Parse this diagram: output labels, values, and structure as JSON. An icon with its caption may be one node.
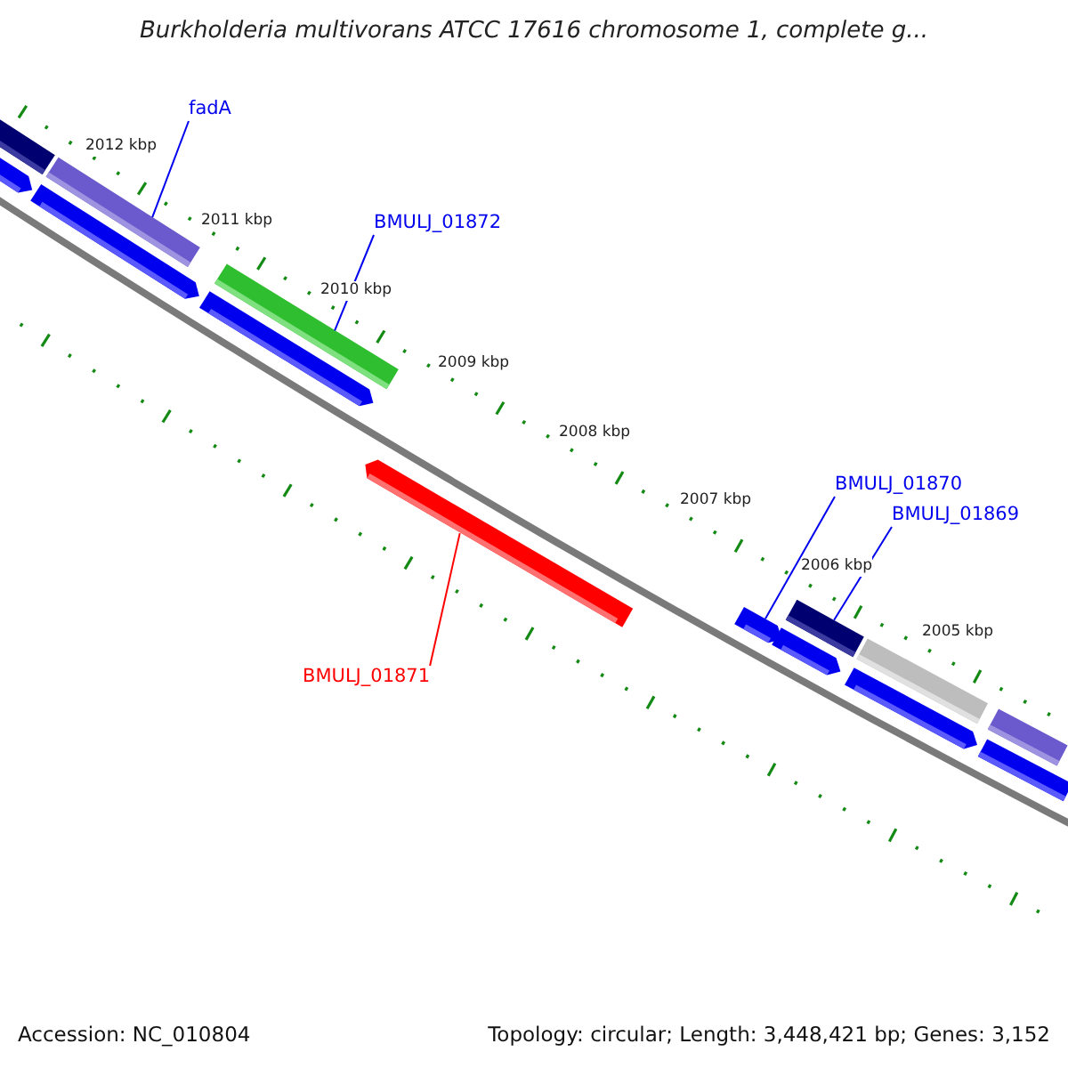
{
  "diagram": {
    "title": "Burkholderia multivorans ATCC 17616 chromosome 1, complete g...",
    "nodes": [
      {
        "text": [],
        "shape": "bar"
      },
      {
        "text": [],
        "shape": "bar"
      },
      {
        "text": [
          "fadA"
        ]
      },
      {
        "text": [],
        "shape": "bar"
      },
      {
        "text": [],
        "shape": "bar"
      },
      {
        "text": [
          "BMULJ_01872"
        ]
      },
      {
        "text": [],
        "shape": "bar"
      },
      {
        "text": [],
        "shape": "bar"
      },
      {
        "text": [
          "BMULJ_01870"
        ]
      },
      {
        "text": [
          "BMULJ_01869"
        ]
      },
      {
        "text": [],
        "shape": "bar"
      },
      {
        "text": [
          "BMULJ_01871"
        ]
      },
      {
        "text": [],
        "shape": "bar"
      },
      {
        "text": [],
        "shape": "bar"
      },
      {
        "text": [],
        "shape": "bar"
      },
      {
        "text": [],
        "shape": "bar"
      },
      {
        "text": [],
        "shape": "bar"
      },
      {
        "text": [],
        "shape": "bar"
      },
      {
        "text": [],
        "shape": "bar"
      }
    ],
    "edges": [
      {
        "from": 2,
        "to": 3,
        "arrow": "none"
      },
      {
        "from": 5,
        "to": 6,
        "arrow": "none"
      },
      {
        "from": 8,
        "to": 12,
        "arrow": "none"
      },
      {
        "from": 9,
        "to": 13,
        "arrow": "none"
      },
      {
        "from": 11,
        "to": 10,
        "arrow": "none",
        "color": "#ff0000"
      }
    ],
    "labels": [
      "2012 kbp",
      "2011 kbp",
      "2010 kbp",
      "2009 kbp",
      "2008 kbp",
      "2007 kbp",
      "2006 kbp",
      "2005 kbp",
      "Accession: NC_010804",
      "Topology: circular; Length: 3,448,421 bp; Genes: 3,152"
    ]
  }
}
